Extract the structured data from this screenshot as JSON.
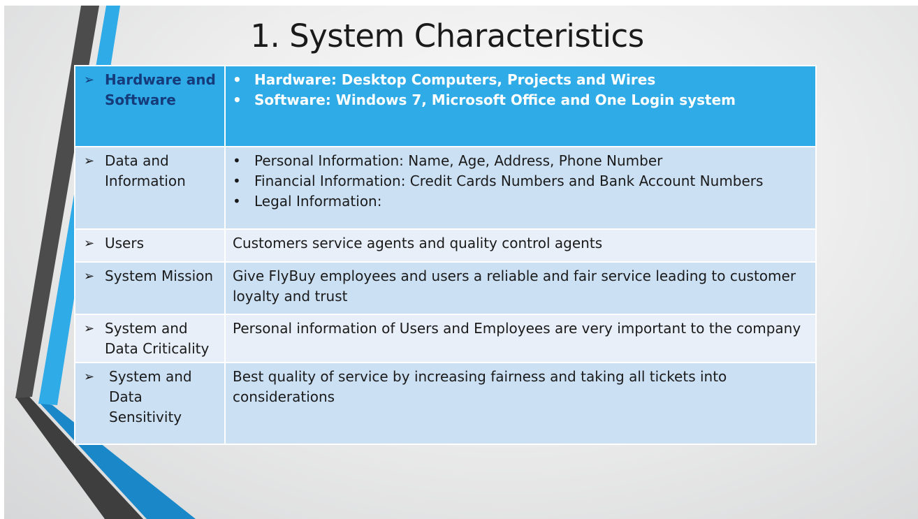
{
  "slide": {
    "title": "1. System Characteristics"
  },
  "icons": {
    "arrow": "➢",
    "bullet": "•"
  },
  "colors": {
    "header_row": "#2fabe8",
    "row_dark": "#cce0f4",
    "row_light": "#e8eff9",
    "header_label": "#163b7a"
  },
  "table": {
    "rows": [
      {
        "label": [
          "Hardware and",
          "Software"
        ],
        "bullets": [
          "Hardware: Desktop Computers, Projects and Wires",
          "Software: Windows 7, Microsoft Office and One Login system"
        ]
      },
      {
        "label": [
          "Data and",
          "Information"
        ],
        "bullets": [
          "Personal Information: Name, Age, Address, Phone Number",
          "Financial Information: Credit Cards Numbers and Bank Account Numbers",
          "Legal Information:"
        ]
      },
      {
        "label": [
          "Users"
        ],
        "text": "Customers service agents and quality control agents"
      },
      {
        "label": [
          "System Mission"
        ],
        "text": "Give FlyBuy employees and users a reliable and fair service leading to customer loyalty and trust"
      },
      {
        "label": [
          "System and",
          "Data Criticality"
        ],
        "text": "Personal information of Users and Employees are very important to the company"
      },
      {
        "label": [
          "System and",
          "Data",
          "Sensitivity"
        ],
        "text": "Best quality of service by increasing fairness and taking all tickets into considerations"
      }
    ]
  }
}
